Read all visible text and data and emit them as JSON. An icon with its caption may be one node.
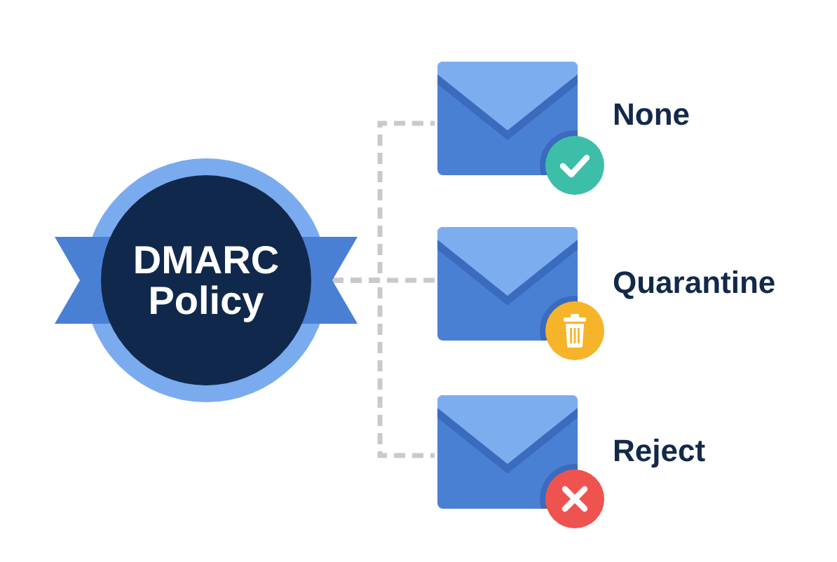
{
  "diagram": {
    "nodes": [
      {
        "text": [
          "DMARC Policy"
        ]
      },
      {
        "text": [],
        "shape": "picture",
        "beside": [
          "None"
        ]
      },
      {
        "text": [],
        "shape": "picture",
        "beside": [
          "Quarantine"
        ]
      },
      {
        "text": [],
        "shape": "picture",
        "beside": [
          "Reject"
        ]
      }
    ],
    "edges": [
      {
        "from": 0,
        "to": 1,
        "arrow": "none",
        "style": "dashed"
      },
      {
        "from": 0,
        "to": 2,
        "arrow": "none",
        "style": "dashed"
      },
      {
        "from": 0,
        "to": 3,
        "arrow": "none",
        "style": "dashed"
      }
    ]
  }
}
